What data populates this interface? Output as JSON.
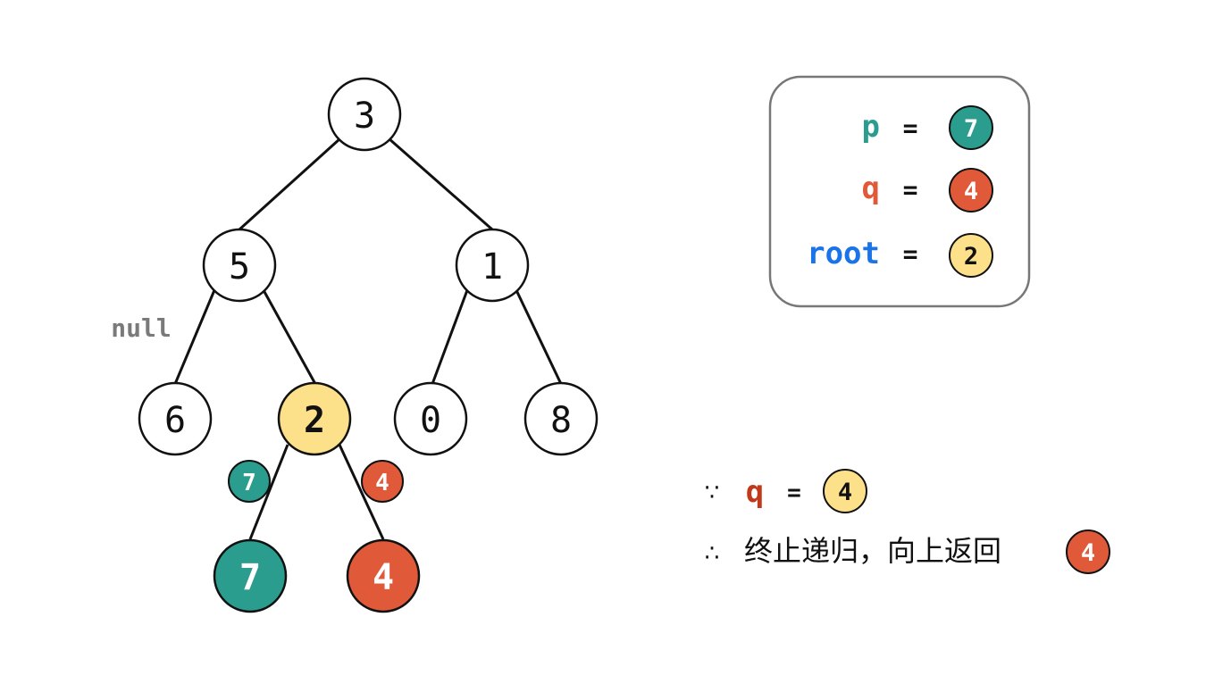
{
  "tree": {
    "nodes": [
      {
        "id": "n3",
        "label": "3",
        "state": "normal"
      },
      {
        "id": "n5",
        "label": "5",
        "state": "normal"
      },
      {
        "id": "n1",
        "label": "1",
        "state": "normal"
      },
      {
        "id": "n6",
        "label": "6",
        "state": "normal"
      },
      {
        "id": "n2",
        "label": "2",
        "state": "current"
      },
      {
        "id": "n0",
        "label": "0",
        "state": "normal"
      },
      {
        "id": "n8",
        "label": "8",
        "state": "normal"
      },
      {
        "id": "n7",
        "label": "7",
        "state": "p"
      },
      {
        "id": "n4",
        "label": "4",
        "state": "q"
      }
    ],
    "edges": [
      [
        "n3",
        "n5"
      ],
      [
        "n3",
        "n1"
      ],
      [
        "n5",
        "n6"
      ],
      [
        "n5",
        "n2"
      ],
      [
        "n1",
        "n0"
      ],
      [
        "n1",
        "n8"
      ],
      [
        "n2",
        "n7"
      ],
      [
        "n2",
        "n4"
      ]
    ],
    "null_label": "null",
    "returned_left": "7",
    "returned_right": "4"
  },
  "legend": {
    "p_label": "p",
    "q_label": "q",
    "root_label": "root",
    "equals": "=",
    "p_value": "7",
    "q_value": "4",
    "root_value": "2"
  },
  "conclusion": {
    "because_symbol": "∵",
    "because_var": "q",
    "because_equals": "=",
    "because_value": "4",
    "therefore_symbol": "∴",
    "therefore_text": "终止递归，向上返回",
    "therefore_value": "4"
  },
  "colors": {
    "p": "#2a9d8f",
    "q": "#e05a3a",
    "current": "#fde08a",
    "root_text": "#1a73e8",
    "null_text": "#7a7a7a",
    "q_text_dark": "#c0391b",
    "stroke": "#111111",
    "legend_border": "#777777"
  }
}
